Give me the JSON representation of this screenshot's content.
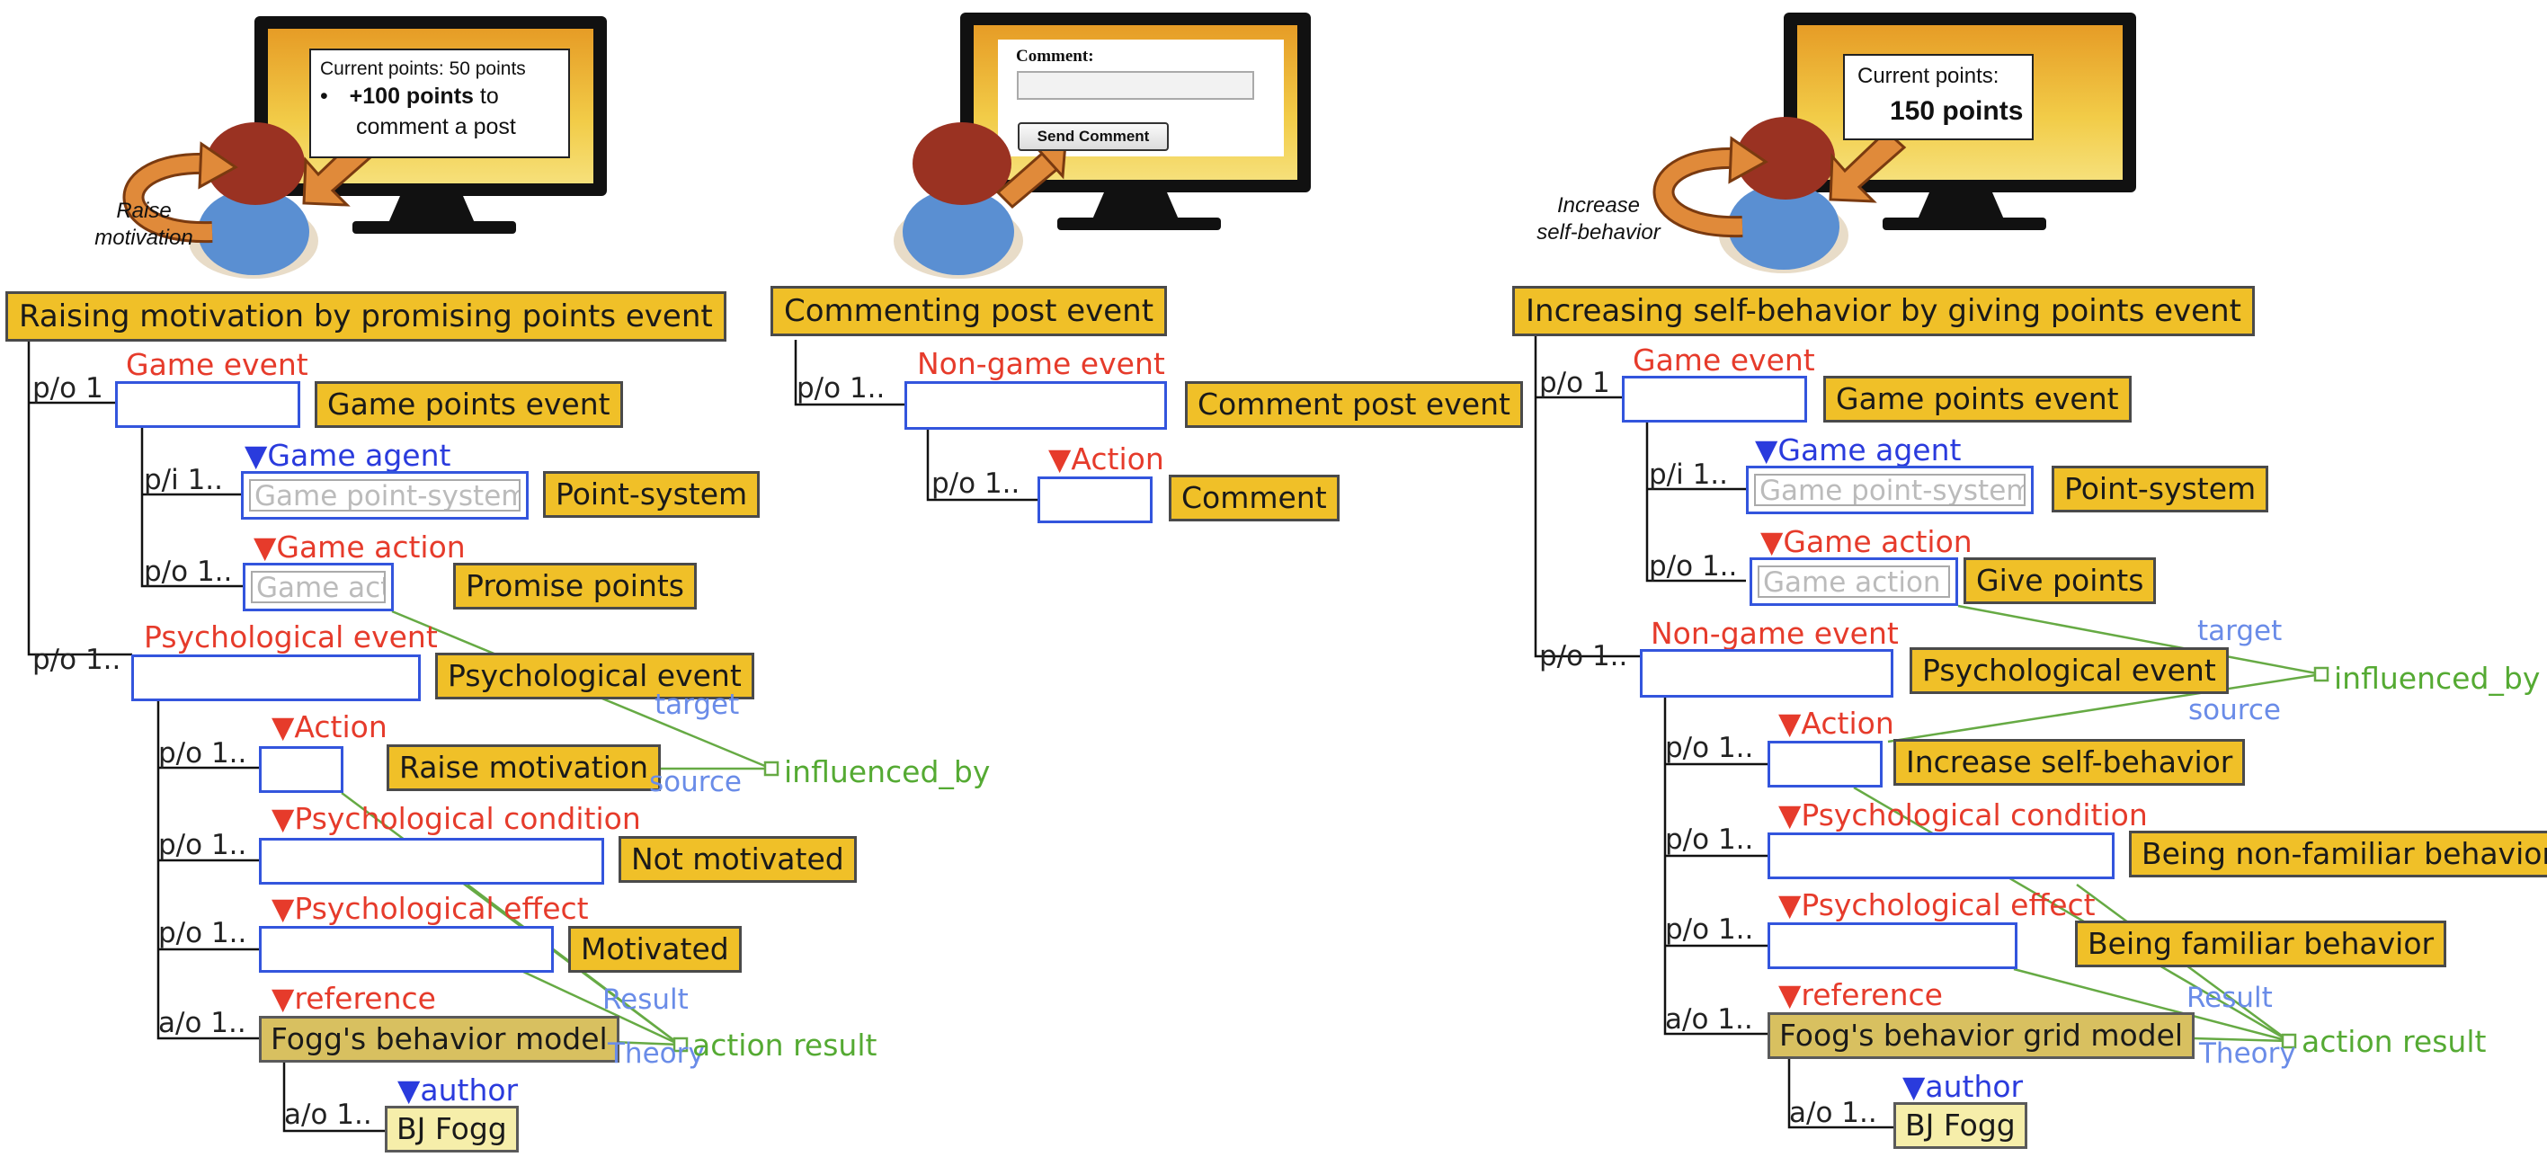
{
  "panels": [
    {
      "title": "Raising motivation by promising points event",
      "motivation_note": "Raise\nmotivation",
      "callout_line1": "Current points: 50 points",
      "callout_bullet": "•",
      "callout_bold": "+100 points",
      "callout_rest": " to",
      "callout_line3": "comment a post",
      "root_po": "p/o 1",
      "game_event_type": "Game event",
      "game_event_label": "Game points event",
      "agent_type": "▼Game agent",
      "agent_po": "p/i 1..",
      "agent_inner": "Game point-system",
      "agent_label": "Point-system",
      "action_type": "▼Game action",
      "action_po": "p/o 1..",
      "action_inner": "Game action",
      "action_label": "Promise points",
      "psy_po": "p/o 1..",
      "psy_type": "Psychological event",
      "psy_label": "Psychological event",
      "act_type": "▼Action",
      "act_po": "p/o 1..",
      "act_label": "Raise motivation",
      "cond_type": "▼Psychological condition",
      "cond_po": "p/o 1..",
      "cond_label": "Not motivated",
      "eff_type": "▼Psychological effect",
      "eff_po": "p/o 1..",
      "eff_label": "Motivated",
      "ref_type": "▼reference",
      "ref_po": "a/o 1..",
      "ref_label": "Fogg's behavior model",
      "author_type": "▼author",
      "author_po": "a/o 1..",
      "author_label": "BJ Fogg",
      "target": "target",
      "source": "source",
      "influenced": "influenced_by",
      "result": "Result",
      "theory": "Theory",
      "action_result": "action result"
    },
    {
      "title": "Commenting post event",
      "form_label": "Comment:",
      "form_button": "Send Comment",
      "root_po": "p/o 1..",
      "event_type": "Non-game event",
      "event_label": "Comment post event",
      "act_type": "▼Action",
      "act_po": "p/o 1..",
      "act_label": "Comment"
    },
    {
      "title": "Increasing self-behavior by giving points event",
      "motivation_note": "Increase\nself-behavior",
      "callout_line1": "Current points:",
      "callout_bold": "150 points",
      "root_po": "p/o 1",
      "game_event_type": "Game event",
      "game_event_label": "Game points event",
      "agent_type": "▼Game agent",
      "agent_po": "p/i 1..",
      "agent_inner": "Game point-system",
      "agent_label": "Point-system",
      "action_type": "▼Game action",
      "action_po": "p/o 1..",
      "action_inner": "Game action",
      "action_label": "Give points",
      "psy_po": "p/o 1..",
      "psy_type": "Non-game event",
      "psy_label": "Psychological event",
      "act_type": "▼Action",
      "act_po": "p/o 1..",
      "act_label": "Increase self-behavior",
      "cond_type": "▼Psychological condition",
      "cond_po": "p/o 1..",
      "cond_label": "Being non-familiar behavior",
      "eff_type": "▼Psychological effect",
      "eff_po": "p/o 1..",
      "eff_label": "Being familiar behavior",
      "ref_type": "▼reference",
      "ref_po": "a/o 1..",
      "ref_label": "Foog's behavior grid model",
      "author_type": "▼author",
      "author_po": "a/o 1..",
      "author_label": "BJ Fogg",
      "target": "target",
      "source": "source",
      "influenced": "influenced_by",
      "result": "Result",
      "theory": "Theory",
      "action_result": "action result"
    }
  ]
}
